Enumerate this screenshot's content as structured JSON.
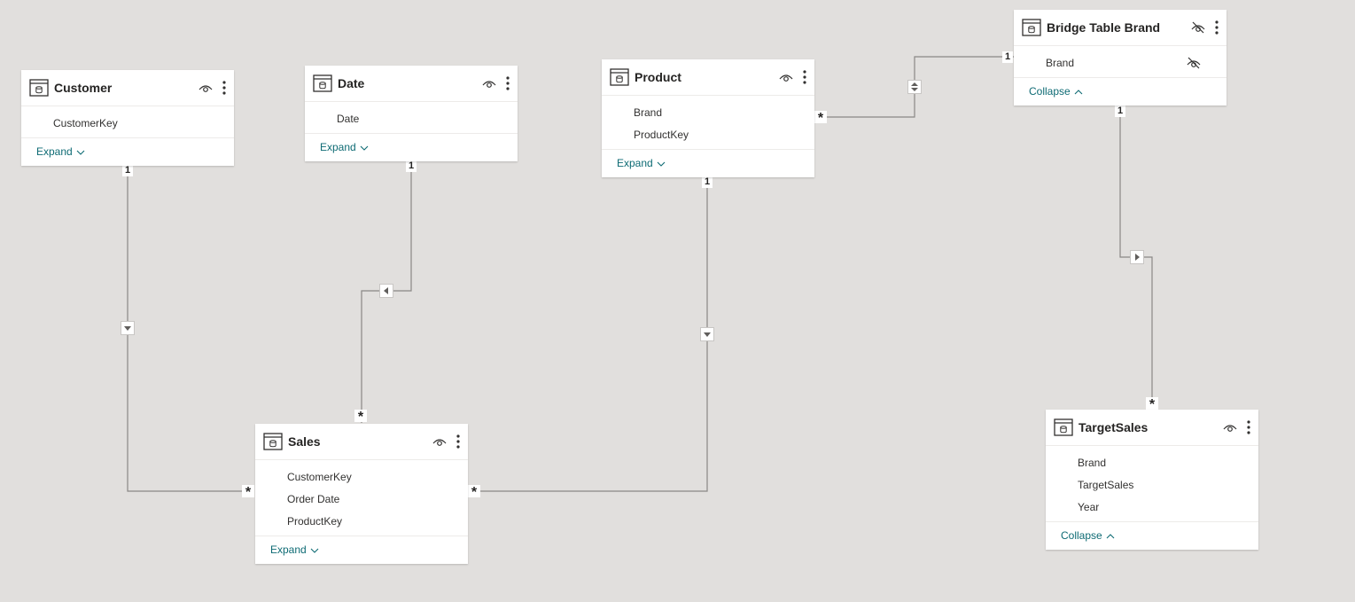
{
  "tables": {
    "customer": {
      "title": "Customer",
      "fields": [
        "CustomerKey"
      ],
      "footer": "Expand",
      "footer_icon": "chevron-down-icon"
    },
    "date": {
      "title": "Date",
      "fields": [
        "Date"
      ],
      "footer": "Expand",
      "footer_icon": "chevron-down-icon"
    },
    "product": {
      "title": "Product",
      "fields": [
        "Brand",
        "ProductKey"
      ],
      "footer": "Expand",
      "footer_icon": "chevron-down-icon"
    },
    "bridge": {
      "title": "Bridge Table Brand",
      "fields": [
        "Brand"
      ],
      "footer": "Collapse",
      "footer_icon": "chevron-up-icon",
      "hidden": true
    },
    "sales": {
      "title": "Sales",
      "fields": [
        "CustomerKey",
        "Order Date",
        "ProductKey"
      ],
      "footer": "Expand",
      "footer_icon": "chevron-down-icon"
    },
    "target": {
      "title": "TargetSales",
      "fields": [
        "Brand",
        "TargetSales",
        "Year"
      ],
      "footer": "Collapse",
      "footer_icon": "chevron-up-icon"
    }
  },
  "relationships": [
    {
      "from": "Customer",
      "to": "Sales",
      "from_card": "1",
      "to_card": "*",
      "filter": "single"
    },
    {
      "from": "Date",
      "to": "Sales",
      "from_card": "1",
      "to_card": "*",
      "filter": "single"
    },
    {
      "from": "Product",
      "to": "Sales",
      "from_card": "1",
      "to_card": "*",
      "filter": "single"
    },
    {
      "from": "Bridge Table Brand",
      "to": "Product",
      "from_card": "1",
      "to_card": "*",
      "filter": "both"
    },
    {
      "from": "Bridge Table Brand",
      "to": "TargetSales",
      "from_card": "1",
      "to_card": "*",
      "filter": "single"
    }
  ],
  "labels": {
    "one": "1",
    "many": "*"
  },
  "colors": {
    "canvas": "#e1dfdd",
    "link": "#0e6b74",
    "line": "#8a8886"
  }
}
